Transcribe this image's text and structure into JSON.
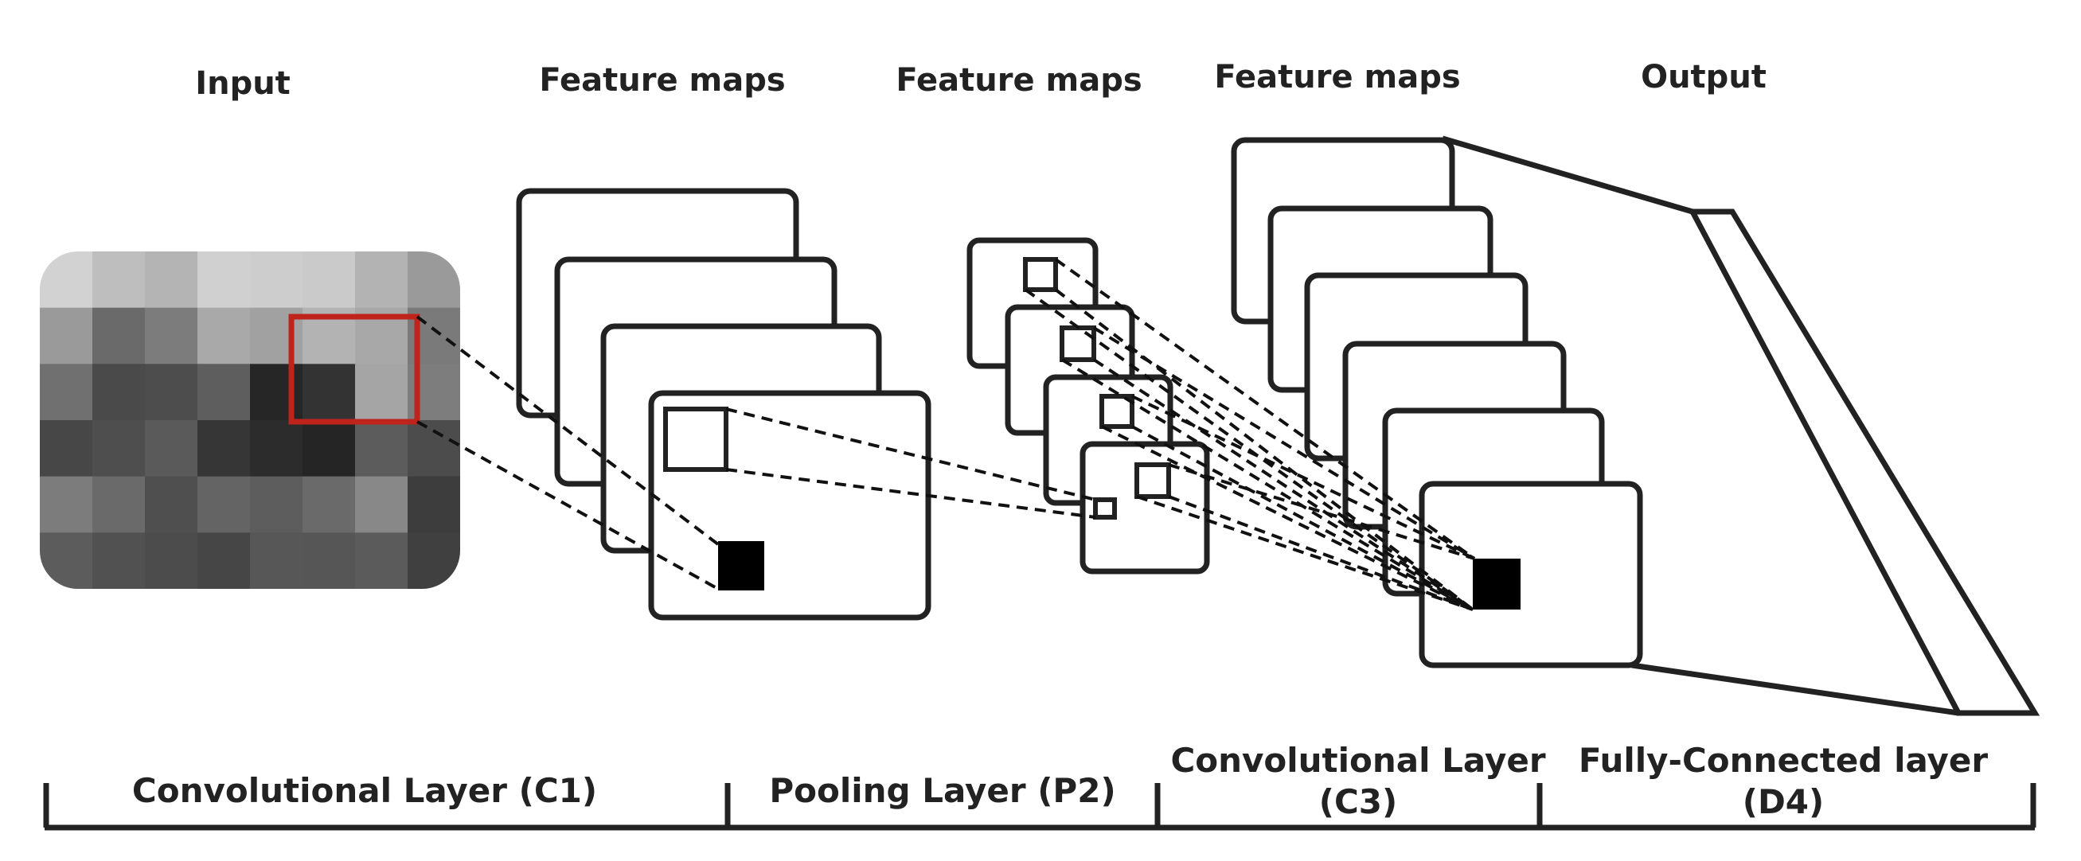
{
  "headings": {
    "input": "Input",
    "feature_maps_1": "Feature maps",
    "feature_maps_2": "Feature maps",
    "feature_maps_3": "Feature maps",
    "output": "Output"
  },
  "layers": {
    "c1": "Convolutional Layer (C1)",
    "p2": "Pooling Layer (P2)",
    "c3_line1": "Convolutional Layer",
    "c3_line2": "(C3)",
    "d4_line1": "Fully-Connected layer",
    "d4_line2": "(D4)"
  },
  "colors": {
    "line": "#222222",
    "receptive_field": "#c0221c",
    "pixel_grid_shades": [
      [
        "#d2d2d2",
        "#bebebe",
        "#b4b4b4",
        "#d0d0d0",
        "#cdcdcd",
        "#cacaca",
        "#b3b3b3",
        "#9a9a9a"
      ],
      [
        "#9a9a9a",
        "#6a6a6a",
        "#7c7c7c",
        "#a9a9a9",
        "#a1a1a1",
        "#b3b3b3",
        "#a8a8a8",
        "#7a7a7a"
      ],
      [
        "#707070",
        "#4a4a4a",
        "#4d4d4d",
        "#5e5e5e",
        "#262626",
        "#333333",
        "#a5a5a5",
        "#7d7d7d"
      ],
      [
        "#474747",
        "#4e4e4e",
        "#5a5a5a",
        "#363636",
        "#2c2c2c",
        "#252525",
        "#5c5c5c",
        "#4c4c4c"
      ],
      [
        "#7c7c7c",
        "#6a6a6a",
        "#4f4f4f",
        "#646464",
        "#5d5d5d",
        "#6a6a6a",
        "#888888",
        "#3d3d3d"
      ],
      [
        "#5c5c5c",
        "#515151",
        "#4c4c4c",
        "#464646",
        "#575757",
        "#565656",
        "#5b5b5b",
        "#404040"
      ]
    ]
  }
}
